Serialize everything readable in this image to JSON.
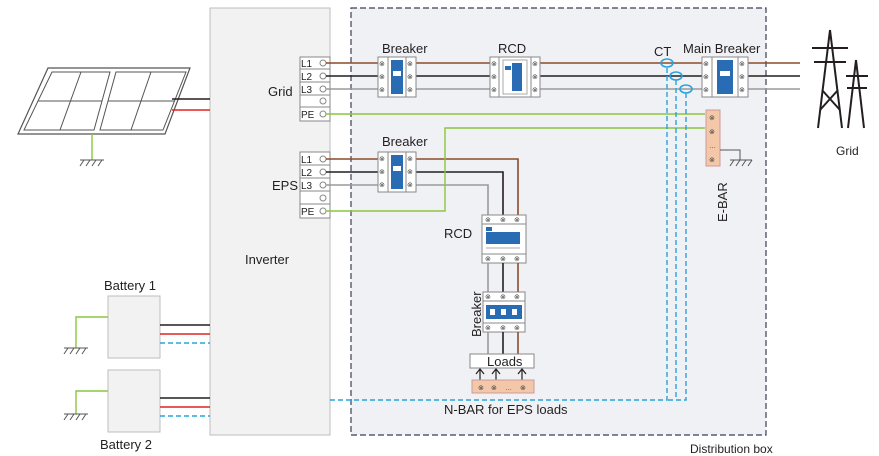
{
  "labels": {
    "grid_port": "Grid",
    "eps_port": "EPS",
    "inverter": "Inverter",
    "breaker_grid": "Breaker",
    "rcd_grid": "RCD",
    "ct": "CT",
    "main_breaker": "Main Breaker",
    "grid_tower": "Grid",
    "breaker_eps": "Breaker",
    "rcd_eps": "RCD",
    "breaker_loads": "Breaker",
    "e_bar": "E-BAR",
    "loads": "Loads",
    "n_bar": "N-BAR for EPS loads",
    "battery1": "Battery 1",
    "battery2": "Battery 2",
    "distribution_box": "Distribution box"
  },
  "terminals": {
    "grid": [
      "L1",
      "L2",
      "L3",
      "PE"
    ],
    "eps": [
      "L1",
      "L2",
      "L3",
      "PE"
    ]
  },
  "bar_marks": {
    "e_bar": [
      "⊗",
      "⊗",
      "…",
      "⊗"
    ],
    "n_bar": [
      "⊗",
      "⊗",
      "…",
      "⊗"
    ]
  },
  "colors": {
    "brown": "#8b4a2b",
    "black": "#231f20",
    "gray": "#9a9a9a",
    "green": "#8cc63f",
    "red": "#e1251b",
    "blue_dashed": "#29a3dd",
    "breaker_blue": "#2a6cb3",
    "bar_fill": "#f3c7a8"
  }
}
